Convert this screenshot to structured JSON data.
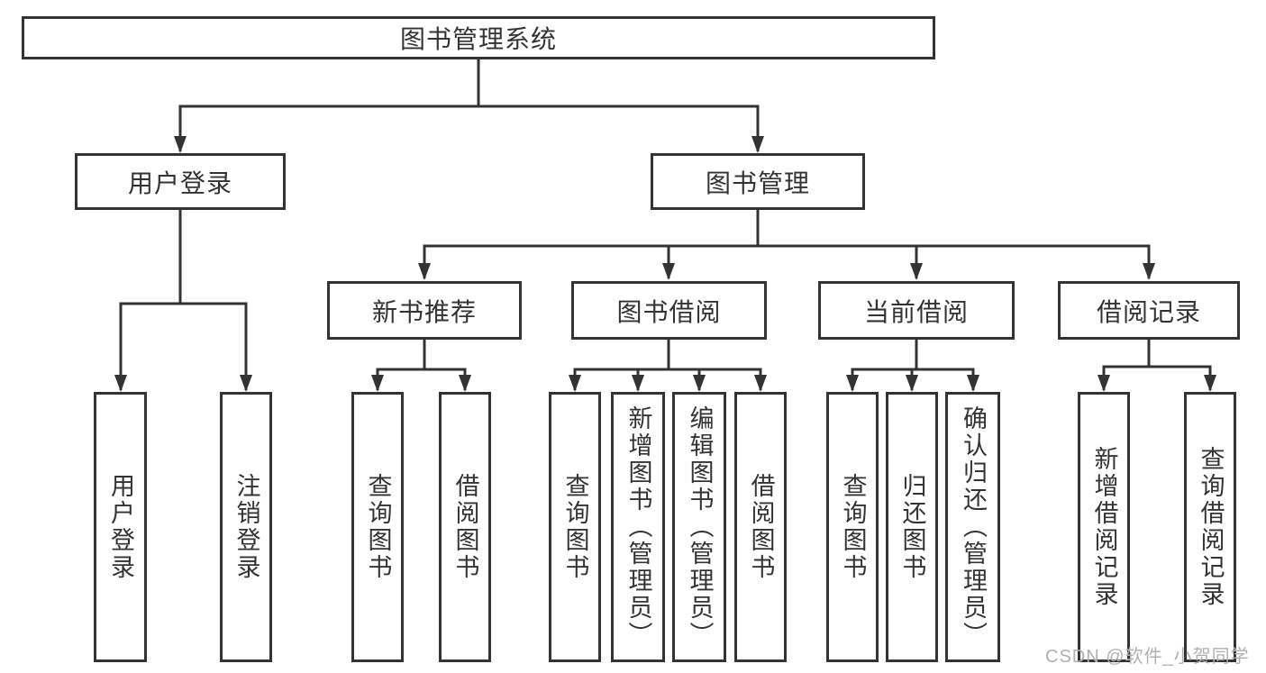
{
  "tree": {
    "root": {
      "label": "图书管理系统"
    },
    "branches": [
      {
        "label": "用户登录",
        "leaves": [
          {
            "label": "用户登录"
          },
          {
            "label": "注销登录"
          }
        ]
      },
      {
        "label": "图书管理",
        "groups": [
          {
            "label": "新书推荐",
            "leaves": [
              {
                "label": "查询图书"
              },
              {
                "label": "借阅图书"
              }
            ]
          },
          {
            "label": "图书借阅",
            "leaves": [
              {
                "label": "查询图书"
              },
              {
                "label": "新增图书（管理员）"
              },
              {
                "label": "编辑图书（管理员）"
              },
              {
                "label": "借阅图书"
              }
            ]
          },
          {
            "label": "当前借阅",
            "leaves": [
              {
                "label": "查询图书"
              },
              {
                "label": "归还图书"
              },
              {
                "label": "确认归还（管理员）"
              }
            ]
          },
          {
            "label": "借阅记录",
            "leaves": [
              {
                "label": "新增借阅记录"
              },
              {
                "label": "查询借阅记录"
              }
            ]
          }
        ]
      }
    ]
  },
  "watermark": {
    "text": "CSDN @软件_小贺同学"
  },
  "colors": {
    "line": "#333333",
    "border": "#333333",
    "text": "#333333",
    "background": "#ffffff",
    "watermark": "#b0b0b0"
  }
}
